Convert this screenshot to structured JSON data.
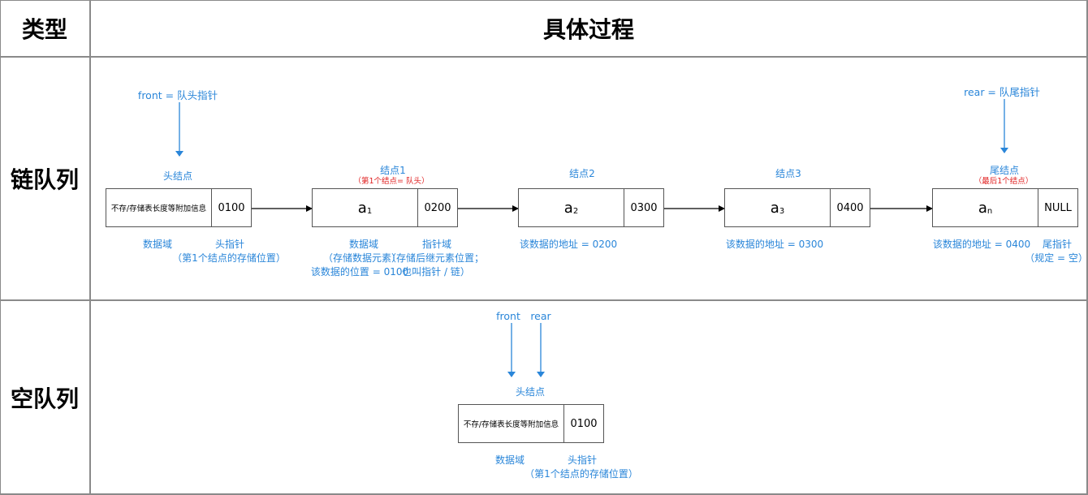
{
  "header": {
    "type_col": "类型",
    "process_col": "具体过程"
  },
  "rows": {
    "linked_queue": {
      "label": "链队列"
    },
    "empty_queue": {
      "label": "空队列"
    }
  },
  "linked": {
    "front_label": "front = 队头指针",
    "rear_label": "rear = 队尾指针",
    "head_node": {
      "title": "头结点",
      "data": "不存/存储表长度等附加信息",
      "ptr": "0100",
      "data_caption": "数据域",
      "ptr_caption": "头指针",
      "ptr_note": "（第1个结点的存储位置）"
    },
    "node1": {
      "title": "结点1",
      "subtitle": "（第1个结点= 队头）",
      "data_main": "a",
      "data_sub": "1",
      "ptr": "0200",
      "data_caption": "数据域",
      "ptr_caption": "指针域",
      "data_note": "（存储数据元素）",
      "ptr_note": "（存储后继元素位置；",
      "addr_note": "该数据的位置 = 0100",
      "ptr_note2": "也叫指针 / 链）"
    },
    "node2": {
      "title": "结点2",
      "data_main": "a",
      "data_sub": "2",
      "ptr": "0300",
      "addr_note": "该数据的地址 = 0200"
    },
    "node3": {
      "title": "结点3",
      "data_main": "a",
      "data_sub": "3",
      "ptr": "0400",
      "addr_note": "该数据的地址 = 0300"
    },
    "tail_node": {
      "title": "尾结点",
      "subtitle": "（最后1个结点）",
      "data_main": "a",
      "data_sub": "n",
      "ptr": "NULL",
      "addr_note": "该数据的地址 = 0400",
      "ptr_caption": "尾指针",
      "ptr_note": "（规定 = 空）"
    }
  },
  "empty": {
    "front_label": "front",
    "rear_label": "rear",
    "head_node": {
      "title": "头结点",
      "data": "不存/存储表长度等附加信息",
      "ptr": "0100",
      "data_caption": "数据域",
      "ptr_caption": "头指针",
      "ptr_note": "（第1个结点的存储位置）"
    }
  },
  "colors": {
    "annotation": "#2a86d9",
    "highlight": "#e02020",
    "border": "#555555",
    "grid": "#8a8a8a"
  }
}
